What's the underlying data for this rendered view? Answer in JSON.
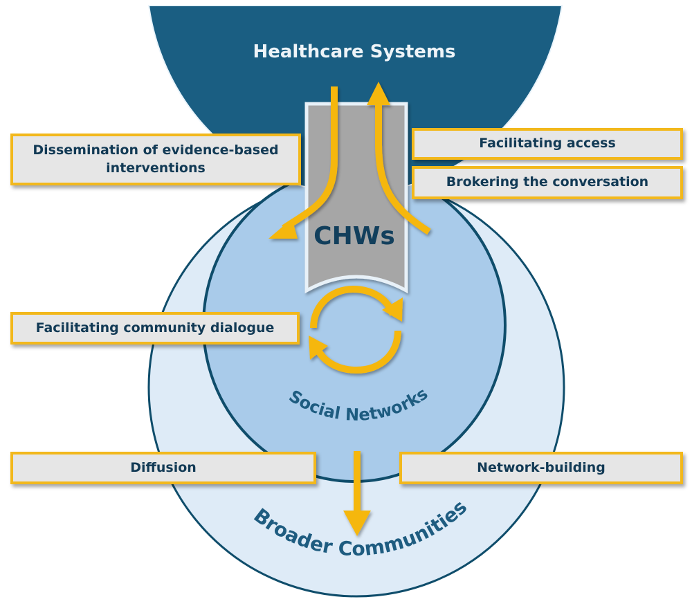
{
  "diagram": {
    "top_region": {
      "label": "Healthcare Systems"
    },
    "center_column": {
      "label": "CHWs"
    },
    "inner_circle": {
      "label": "Social Networks"
    },
    "outer_circle": {
      "label": "Broader Communities"
    },
    "boxes": {
      "dissemination": {
        "line1": "Dissemination of evidence-based",
        "line2": "interventions"
      },
      "facilitating_access": "Facilitating access",
      "brokering": "Brokering the conversation",
      "community_dialogue": "Facilitating community dialogue",
      "diffusion": "Diffusion",
      "network_building": "Network-building"
    },
    "colors": {
      "healthcare": "#1a5e82",
      "outer_fill": "#deebf7",
      "inner_fill": "#a9cbea",
      "stroke": "#0f4d6b",
      "column": "#a6a6a6",
      "arrow": "#f5b710",
      "box_fill": "#e6e6e6",
      "box_border": "#f2b81c",
      "text_dark": "#123a55"
    }
  }
}
